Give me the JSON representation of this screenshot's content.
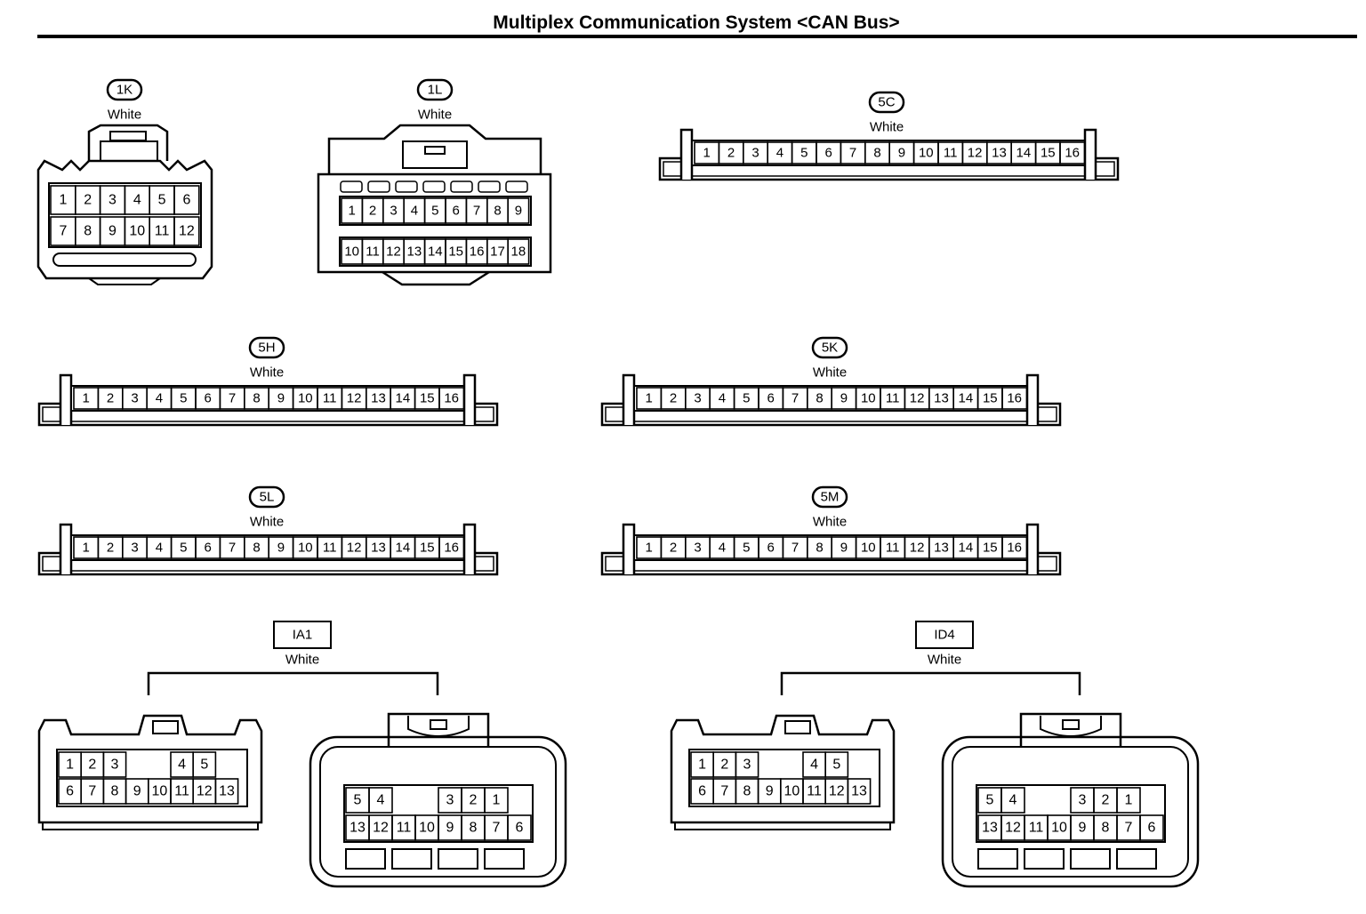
{
  "title": "Multiplex Communication System <CAN Bus>",
  "colors": {
    "ink": "#000000",
    "background": "#ffffff"
  },
  "pins_1_to_16": [
    "1",
    "2",
    "3",
    "4",
    "5",
    "6",
    "7",
    "8",
    "9",
    "10",
    "11",
    "12",
    "13",
    "14",
    "15",
    "16"
  ],
  "connectors": {
    "c1K": {
      "id": "1K",
      "color": "White",
      "rows": [
        [
          "1",
          "2",
          "3",
          "4",
          "5",
          "6"
        ],
        [
          "7",
          "8",
          "9",
          "10",
          "11",
          "12"
        ]
      ]
    },
    "c1L": {
      "id": "1L",
      "color": "White",
      "rows": [
        [
          "1",
          "2",
          "3",
          "4",
          "5",
          "6",
          "7",
          "8",
          "9"
        ],
        [
          "10",
          "11",
          "12",
          "13",
          "14",
          "15",
          "16",
          "17",
          "18"
        ]
      ]
    },
    "c5C": {
      "id": "5C",
      "color": "White"
    },
    "c5H": {
      "id": "5H",
      "color": "White"
    },
    "c5K": {
      "id": "5K",
      "color": "White"
    },
    "c5L": {
      "id": "5L",
      "color": "White"
    },
    "c5M": {
      "id": "5M",
      "color": "White"
    },
    "cIA1": {
      "id": "IA1",
      "color": "White",
      "male_rows": [
        [
          "1",
          "2",
          "3",
          "",
          "",
          "4",
          "5"
        ],
        [
          "6",
          "7",
          "8",
          "9",
          "10",
          "11",
          "12",
          "13"
        ]
      ],
      "female_rows": [
        [
          "5",
          "4",
          "",
          "",
          "3",
          "2",
          "1"
        ],
        [
          "13",
          "12",
          "11",
          "10",
          "9",
          "8",
          "7",
          "6"
        ]
      ]
    },
    "cID4": {
      "id": "ID4",
      "color": "White",
      "male_rows": [
        [
          "1",
          "2",
          "3",
          "",
          "",
          "4",
          "5"
        ],
        [
          "6",
          "7",
          "8",
          "9",
          "10",
          "11",
          "12",
          "13"
        ]
      ],
      "female_rows": [
        [
          "5",
          "4",
          "",
          "",
          "3",
          "2",
          "1"
        ],
        [
          "13",
          "12",
          "11",
          "10",
          "9",
          "8",
          "7",
          "6"
        ]
      ]
    }
  }
}
